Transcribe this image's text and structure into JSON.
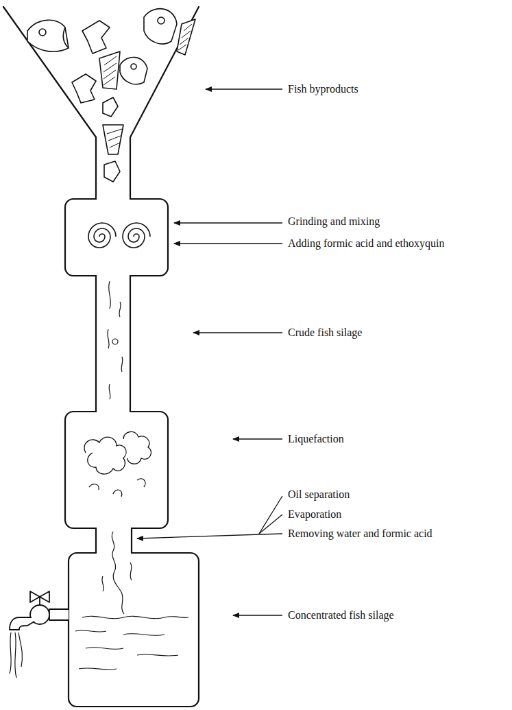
{
  "diagram": {
    "labels": [
      "Fish byproducts",
      "Grinding and mixing",
      "Adding formic acid and ethoxyquin",
      "Crude fish silage",
      "Liquefaction",
      "Oil separation",
      "Evaporation",
      "Removing water and formic acid",
      "Concentrated fish silage"
    ]
  }
}
